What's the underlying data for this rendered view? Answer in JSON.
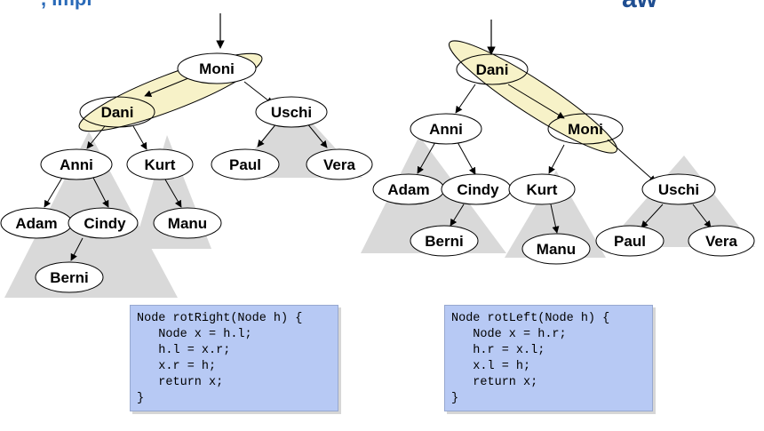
{
  "header": {
    "title_fragment": ", Impl",
    "logo_text": "aw"
  },
  "trees": {
    "left": {
      "nodes": {
        "moni": "Moni",
        "dani": "Dani",
        "uschi": "Uschi",
        "anni": "Anni",
        "kurt": "Kurt",
        "paul": "Paul",
        "vera": "Vera",
        "adam": "Adam",
        "cindy": "Cindy",
        "manu": "Manu",
        "berni": "Berni"
      }
    },
    "right": {
      "nodes": {
        "dani": "Dani",
        "anni": "Anni",
        "moni": "Moni",
        "adam": "Adam",
        "cindy": "Cindy",
        "kurt": "Kurt",
        "uschi": "Uschi",
        "berni": "Berni",
        "manu": "Manu",
        "paul": "Paul",
        "vera": "Vera"
      }
    }
  },
  "code": {
    "rot_right": [
      "Node rotRight(Node h) {",
      "   Node x = h.l;",
      "   h.l = x.r;",
      "   x.r = h;",
      "   return x;",
      "}"
    ],
    "rot_left": [
      "Node rotLeft(Node h) {",
      "   Node x = h.r;",
      "   h.r = x.l;",
      "   x.l = h;",
      "   return x;",
      "}"
    ]
  },
  "colors": {
    "highlight_fill": "#f7f2c8",
    "triangle_fill": "#d9d9d9",
    "code_bg": "#b7c9f4",
    "logo": "#1f4e91",
    "title": "#2a6ab8"
  }
}
